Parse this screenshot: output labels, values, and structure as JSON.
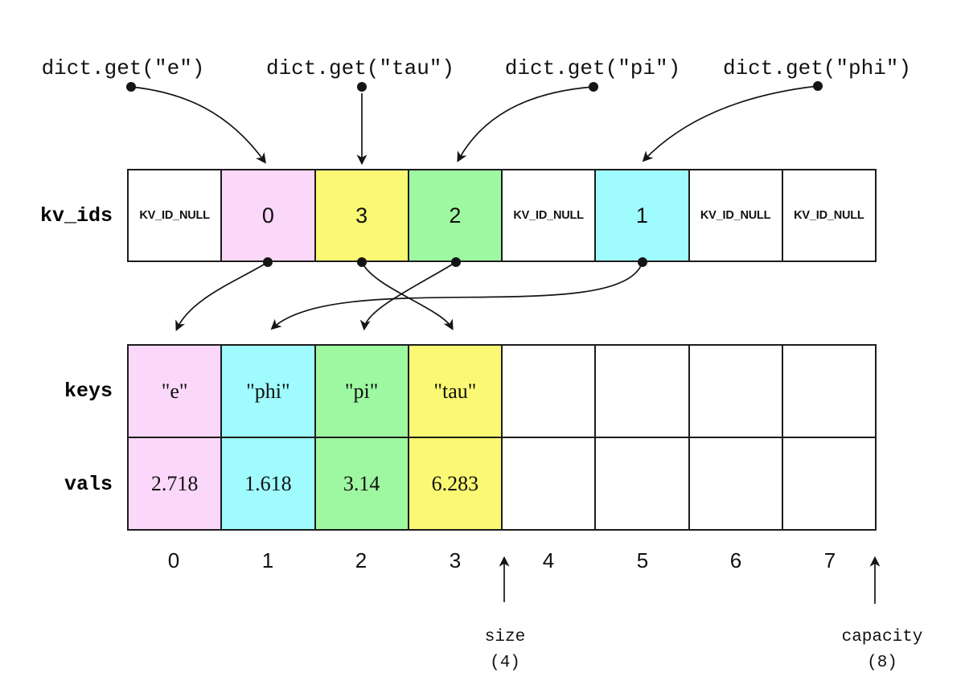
{
  "calls": [
    {
      "label": "dict.get(\"e\")"
    },
    {
      "label": "dict.get(\"tau\")"
    },
    {
      "label": "dict.get(\"pi\")"
    },
    {
      "label": "dict.get(\"phi\")"
    }
  ],
  "rows": {
    "kv_ids": {
      "label": "kv_ids",
      "cells": [
        {
          "text": "KV_ID_NULL",
          "bg": "#ffffff"
        },
        {
          "text": "0",
          "bg": "#fbd7fa"
        },
        {
          "text": "3",
          "bg": "#fbf873"
        },
        {
          "text": "2",
          "bg": "#9ef8a1"
        },
        {
          "text": "KV_ID_NULL",
          "bg": "#ffffff"
        },
        {
          "text": "1",
          "bg": "#9ffbfd"
        },
        {
          "text": "KV_ID_NULL",
          "bg": "#ffffff"
        },
        {
          "text": "KV_ID_NULL",
          "bg": "#ffffff"
        }
      ]
    },
    "keys": {
      "label": "keys",
      "cells": [
        {
          "text": "\"e\"",
          "bg": "#fbd7fa"
        },
        {
          "text": "\"phi\"",
          "bg": "#9ffbfd"
        },
        {
          "text": "\"pi\"",
          "bg": "#9ef8a1"
        },
        {
          "text": "\"tau\"",
          "bg": "#fbf873"
        },
        {
          "text": "",
          "bg": "#ffffff"
        },
        {
          "text": "",
          "bg": "#ffffff"
        },
        {
          "text": "",
          "bg": "#ffffff"
        },
        {
          "text": "",
          "bg": "#ffffff"
        }
      ]
    },
    "vals": {
      "label": "vals",
      "cells": [
        {
          "text": "2.718",
          "bg": "#fbd7fa"
        },
        {
          "text": "1.618",
          "bg": "#9ffbfd"
        },
        {
          "text": "3.14",
          "bg": "#9ef8a1"
        },
        {
          "text": "6.283",
          "bg": "#fbf873"
        },
        {
          "text": "",
          "bg": "#ffffff"
        },
        {
          "text": "",
          "bg": "#ffffff"
        },
        {
          "text": "",
          "bg": "#ffffff"
        },
        {
          "text": "",
          "bg": "#ffffff"
        }
      ]
    }
  },
  "indices": [
    "0",
    "1",
    "2",
    "3",
    "4",
    "5",
    "6",
    "7"
  ],
  "markers": {
    "size": {
      "label": "size",
      "value": "(4)"
    },
    "capacity": {
      "label": "capacity",
      "value": "(8)"
    }
  },
  "colors": {
    "slot_e": "#fbd7fa",
    "slot_phi": "#9ffbfd",
    "slot_pi": "#9ef8a1",
    "slot_tau": "#fbf873",
    "empty": "#ffffff",
    "line": "#151515"
  }
}
